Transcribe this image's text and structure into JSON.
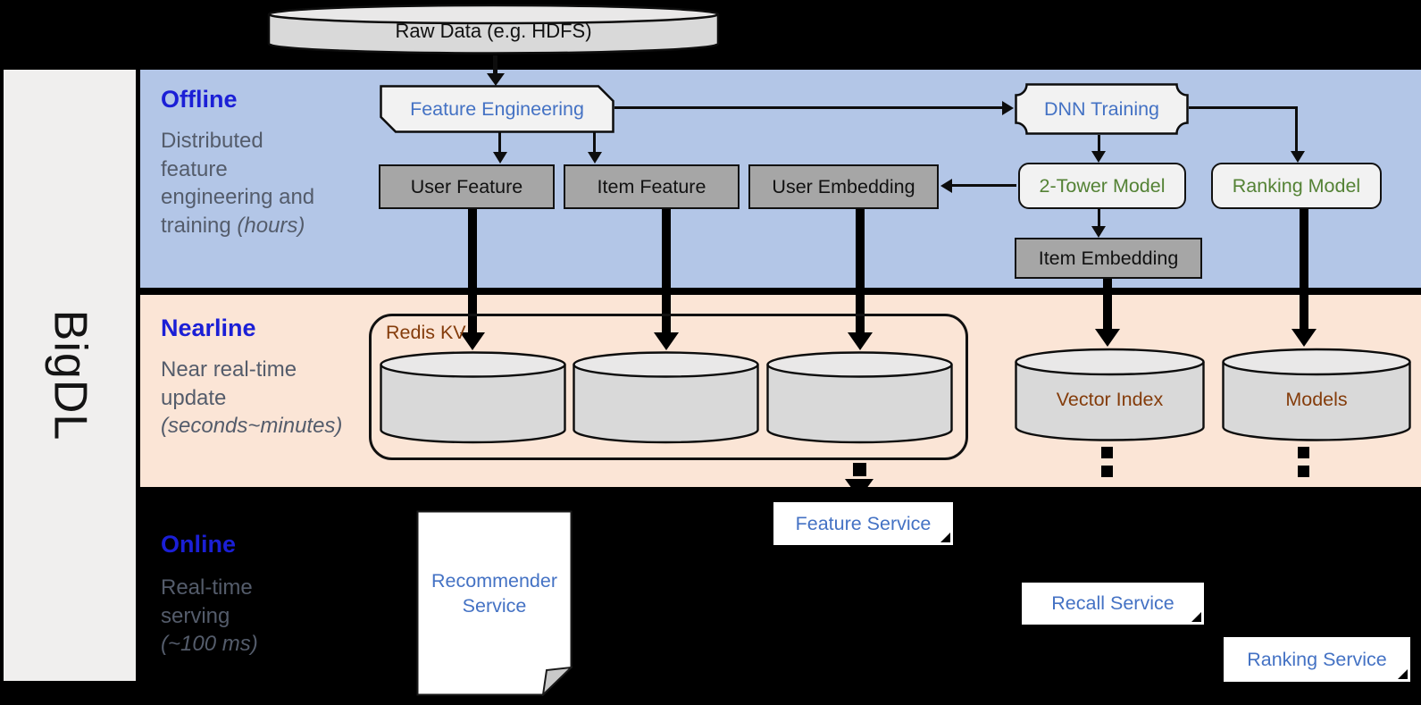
{
  "sidebar": {
    "label": "BigDL"
  },
  "raw_data": {
    "label": "Raw Data (e.g. HDFS)"
  },
  "sections": {
    "offline": {
      "title": "Offline",
      "description": "Distributed\nfeature\nengineering and\ntraining ",
      "description_note": "(hours)"
    },
    "nearline": {
      "title": "Nearline",
      "description": "Near real-time\nupdate\n",
      "description_note": "(seconds~minutes)"
    },
    "online": {
      "title": "Online",
      "description": "Real-time\nserving\n",
      "description_note": "(~100 ms)"
    }
  },
  "nodes": {
    "feature_engineering": "Feature Engineering",
    "dnn_training": "DNN Training",
    "user_feature": "User Feature",
    "item_feature": "Item Feature",
    "user_embedding": "User Embedding",
    "two_tower_model": "2-Tower Model",
    "ranking_model": "Ranking Model",
    "item_embedding": "Item Embedding",
    "redis_kv": "Redis KV",
    "vector_index": "Vector Index",
    "models": "Models",
    "recommender_service": "Recommender Service",
    "feature_service": "Feature Service",
    "recall_service": "Recall Service",
    "ranking_service": "Ranking Service"
  },
  "colors": {
    "offline_band": "#b3c6e7",
    "nearline_band": "#fbe5d6",
    "online_band": "#000000",
    "section_title_blue": "#1b1fd6",
    "description_gray": "#545c6b",
    "node_label_blue": "#4472c4",
    "node_label_green": "#548235",
    "storage_label_brown": "#843c0b",
    "gray_node_fill": "#a6a6a6",
    "light_node_fill": "#f2f2f2",
    "cylinder_fill": "#d9d9d9",
    "sidebar_fill": "#f0efee"
  }
}
